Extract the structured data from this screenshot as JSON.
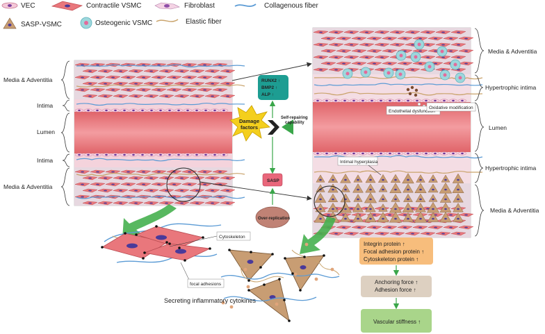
{
  "legend": {
    "vec": "VEC",
    "contractile": "Contractile VSMC",
    "fibroblast": "Fibroblast",
    "collagen": "Collagenous fiber",
    "sasp": "SASP-VSMC",
    "osteogenic": "Osteogenic VSMC",
    "elastic": "Elastic fiber"
  },
  "left_panel": {
    "media_top": "Media  &  Adventitia",
    "intima_top": "Intima",
    "lumen": "Lumen",
    "intima_bottom": "Intima",
    "media_bottom": "Media  &  Adventitia"
  },
  "center": {
    "markers": [
      "RUNX2 ↑",
      "BMP2 ↑",
      "ALP ↑"
    ],
    "damage_line1": "Damage",
    "damage_line2": "factors",
    "self_line1": "Self-repairing",
    "self_line2": "capability",
    "sasp": "SASP",
    "over": "Over-replication"
  },
  "right_panel": {
    "media_top": "Media  &  Adventitia",
    "hyper_top": "Hypertrophic intima",
    "endothelial": "Endothelial dysfunction",
    "oxidative": "Oxidative modification",
    "lumen": "Lumen",
    "hyperplasia": "Intimal hyperplasia",
    "hyper_bottom": "Hypertrophic intima",
    "media_bottom": "Media  &  Adventitia"
  },
  "zoom": {
    "cytoskeleton": "Cytoskeleton",
    "focal": "focal adhesions",
    "secreting": "Secreting inflammatory cytokines"
  },
  "flow": {
    "box1": [
      "Integrin protein ↑",
      "Focal adhesion protein ↑",
      "Cytoskeleton protein  ↑"
    ],
    "box2": [
      "Anchoring force ↑",
      "Adhesion force  ↑"
    ],
    "box3": "Vascular stiffness ↑"
  },
  "colors": {
    "lumen": "#e8757a",
    "intima": "#f4d3dc",
    "media": "#eacdd8",
    "vsmc": "#e9777c",
    "sasp": "#c89d73",
    "osteo": "#9ed7dc",
    "arrow_green": "#3aa64a",
    "teal_box": "#1d9d92",
    "orange_box": "#f7bd7c",
    "tan_box": "#ddd0c1",
    "green_box": "#a9d58a",
    "collagen": "#5b9bd5",
    "elastic": "#c9a36b"
  }
}
